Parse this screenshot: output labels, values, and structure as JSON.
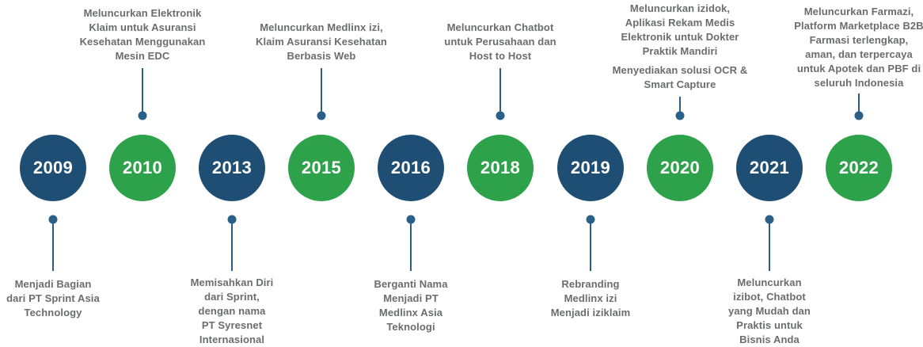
{
  "colors": {
    "circle_blue": "#1e4e73",
    "circle_green": "#2ea24a",
    "connector": "#2a5f87",
    "caption_text": "#6b6c6e",
    "year_text": "#ffffff",
    "background": "#ffffff"
  },
  "timeline": {
    "milestones": [
      {
        "year": "2009",
        "color": "blue",
        "caption_position": "bottom",
        "caption": "Menjadi Bagian\ndari PT Sprint Asia\nTechnology"
      },
      {
        "year": "2010",
        "color": "green",
        "caption_position": "top",
        "caption": "Meluncurkan Elektronik\nKlaim untuk Asuransi\nKesehatan Menggunakan\nMesin EDC"
      },
      {
        "year": "2013",
        "color": "blue",
        "caption_position": "bottom",
        "caption": "Memisahkan Diri\ndari Sprint,\ndengan nama\nPT Syresnet\nInternasional"
      },
      {
        "year": "2015",
        "color": "green",
        "caption_position": "top",
        "caption": "Meluncurkan Medlinx izi,\nKlaim Asuransi Kesehatan\nBerbasis Web"
      },
      {
        "year": "2016",
        "color": "blue",
        "caption_position": "bottom",
        "caption": "Berganti Nama\nMenjadi PT\nMedlinx Asia\nTeknologi"
      },
      {
        "year": "2018",
        "color": "green",
        "caption_position": "top",
        "caption": "Meluncurkan Chatbot\nuntuk Perusahaan dan\nHost to Host"
      },
      {
        "year": "2019",
        "color": "blue",
        "caption_position": "bottom",
        "caption": "Rebranding\nMedlinx izi\nMenjadi iziklaim"
      },
      {
        "year": "2020",
        "color": "green",
        "caption_position": "top",
        "caption": "Meluncurkan izidok,\nAplikasi Rekam Medis\nElektronik untuk Dokter\nPraktik Mandiri",
        "caption2": "Menyediakan solusi OCR &\nSmart Capture"
      },
      {
        "year": "2021",
        "color": "blue",
        "caption_position": "bottom",
        "caption": "Meluncurkan\nizibot, Chatbot\nyang Mudah dan\nPraktis untuk\nBisnis Anda"
      },
      {
        "year": "2022",
        "color": "green",
        "caption_position": "top",
        "caption": "Meluncurkan Farmazi,\nPlatform Marketplace B2B\nFarmasi terlengkap,\naman, dan terpercaya\nuntuk Apotek dan PBF di\nseluruh Indonesia"
      }
    ]
  }
}
